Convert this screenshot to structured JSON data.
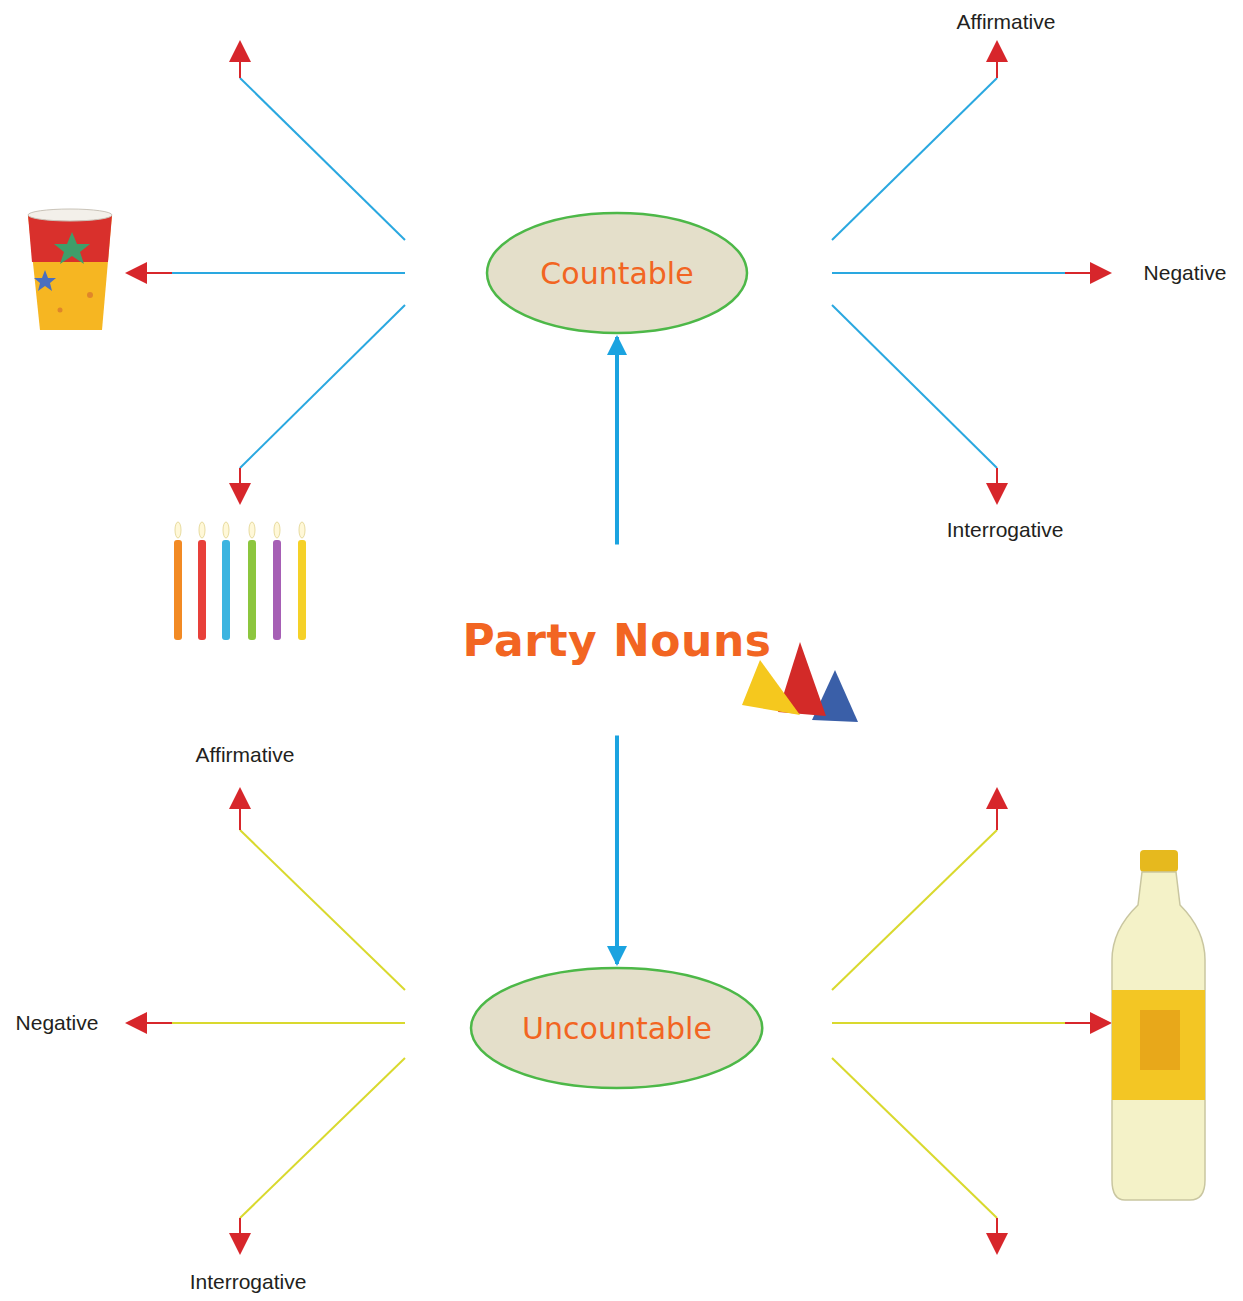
{
  "diagram": {
    "nodes": [
      {
        "text": [
          "Party Nouns"
        ]
      },
      {
        "text": [
          "Countable"
        ]
      },
      {
        "text": [
          "Uncountable"
        ]
      }
    ],
    "edges": [
      {
        "from": 0,
        "to": 1,
        "arrow": "to"
      },
      {
        "from": 0,
        "to": 2,
        "arrow": "to"
      }
    ],
    "labels": [
      "Affirmative",
      "Negative",
      "Interrogative",
      "Affirmative",
      "Negative",
      "Interrogative"
    ]
  }
}
